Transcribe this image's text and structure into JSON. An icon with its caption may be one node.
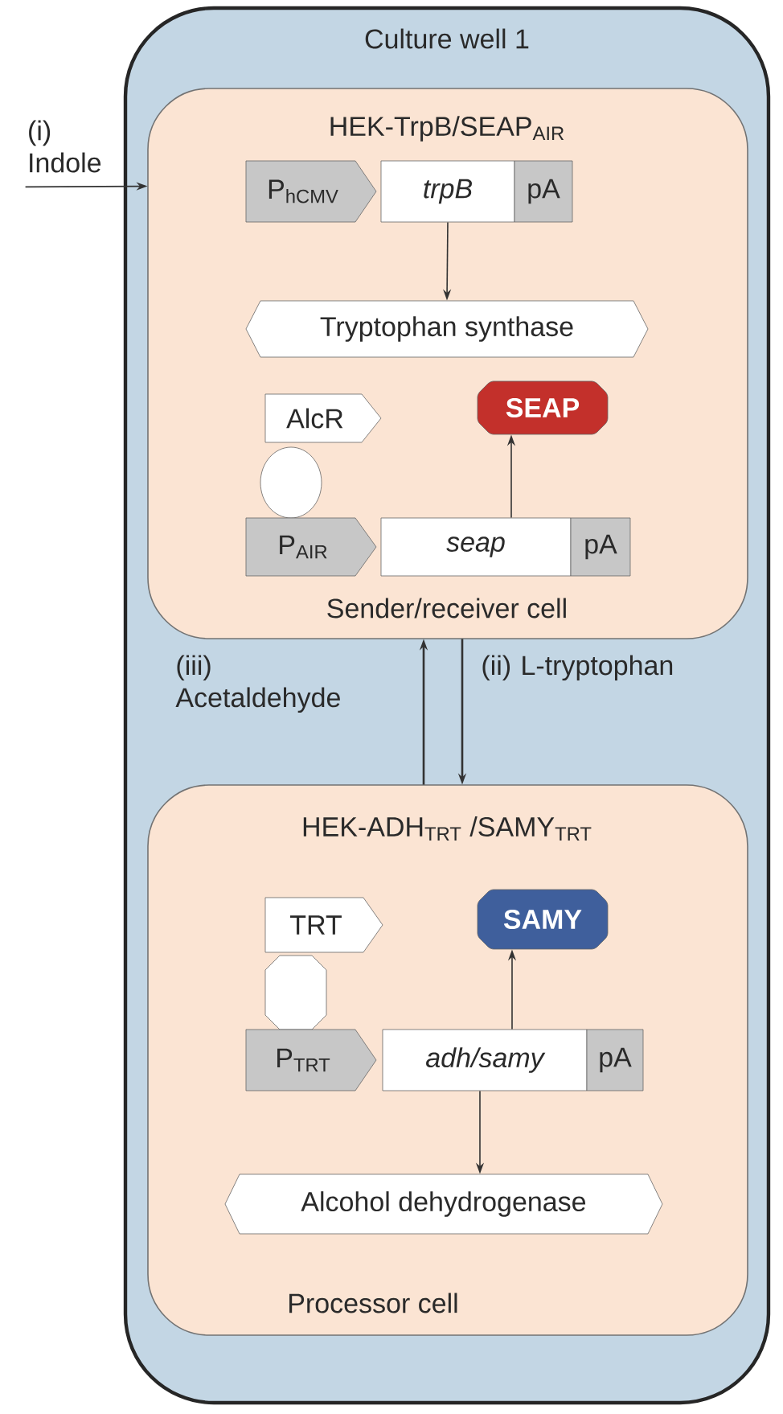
{
  "diagram": {
    "nodes": [
      {
        "text": [
          "Culture well 1"
        ]
      },
      {
        "text": [
          "HEK-TrpB/SEAP$_{AIR}$",
          "Sender/receiver cell"
        ],
        "in": 0
      },
      {
        "text": [
          "P$_{hCMV}$"
        ],
        "in": 1
      },
      {
        "text": [
          "trpB"
        ],
        "in": 1
      },
      {
        "text": [
          "pA"
        ],
        "in": 1
      },
      {
        "text": [
          "Tryptophan synthase"
        ],
        "in": 1
      },
      {
        "text": [
          "AlcR"
        ],
        "in": 1
      },
      {
        "text": [],
        "shape": "circle",
        "in": 1
      },
      {
        "text": [
          "P$_{AIR}$"
        ],
        "in": 1
      },
      {
        "text": [
          "seap"
        ],
        "in": 1
      },
      {
        "text": [
          "pA"
        ],
        "in": 1
      },
      {
        "text": [
          "SEAP"
        ],
        "in": 1
      },
      {
        "text": [
          "HEK-ADH$_{TRT}$ /SAMY$_{TRT}$",
          "Processor cell"
        ],
        "in": 0
      },
      {
        "text": [
          "TRT"
        ],
        "in": 12
      },
      {
        "text": [],
        "shape": "octagon",
        "in": 12
      },
      {
        "text": [
          "P$_{TRT}$"
        ],
        "in": 12
      },
      {
        "text": [
          "adh/samy"
        ],
        "in": 12
      },
      {
        "text": [
          "pA"
        ],
        "in": 12
      },
      {
        "text": [
          "SAMY"
        ],
        "in": 12
      },
      {
        "text": [
          "Alcohol dehydrogenase"
        ],
        "in": 12
      },
      {
        "text": [
          "(i) Indole"
        ]
      }
    ],
    "edges": [
      {
        "from": 20,
        "to": 1,
        "arrow": "to"
      },
      {
        "from": 3,
        "to": 5,
        "arrow": "to"
      },
      {
        "from": 9,
        "to": 11,
        "arrow": "to"
      },
      {
        "from": 12,
        "to": 1,
        "arrow": "to",
        "label": "(iii) Acetaldehyde"
      },
      {
        "from": 1,
        "to": 12,
        "arrow": "to",
        "label": "(ii) L-tryptophan"
      },
      {
        "from": 16,
        "to": 18,
        "arrow": "to"
      },
      {
        "from": 16,
        "to": 19,
        "arrow": "to"
      }
    ]
  }
}
